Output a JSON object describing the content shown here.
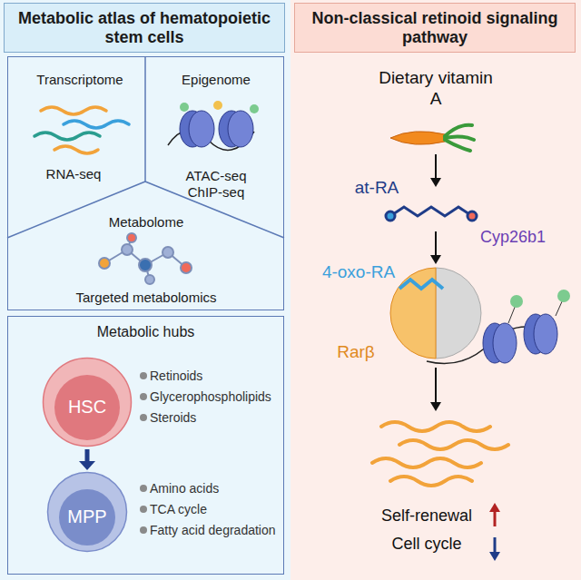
{
  "diagram": {
    "nodes": [
      {
        "text": [
          "Metabolic atlas of hematopoietic stem cells"
        ]
      },
      {
        "text": [
          "Transcriptome",
          "RNA-seq",
          "Epigenome",
          "ATAC-seq ChIP-seq",
          "Metabolome",
          "Targeted metabolomics"
        ],
        "in": 0
      },
      {
        "text": [
          "Metabolic hubs"
        ],
        "in": 0
      },
      {
        "text": [
          "HSC"
        ],
        "in": 2
      },
      {
        "text": [
          "MPP"
        ],
        "in": 2
      },
      {
        "text": [
          "Non-classical retinoid signaling pathway"
        ]
      }
    ],
    "edges": [
      {
        "from": 3,
        "to": 4,
        "arrow": "to"
      }
    ],
    "labels": [
      "Retinoids",
      "Glycerophospholipids",
      "Steroids",
      "Amino acids",
      "TCA cycle",
      "Fatty acid degradation",
      "Dietary vitamin A",
      "at-RA",
      "Cyp26b1",
      "4-oxo-RA",
      "Rarβ",
      "Self-renewal",
      "Cell cycle"
    ]
  }
}
